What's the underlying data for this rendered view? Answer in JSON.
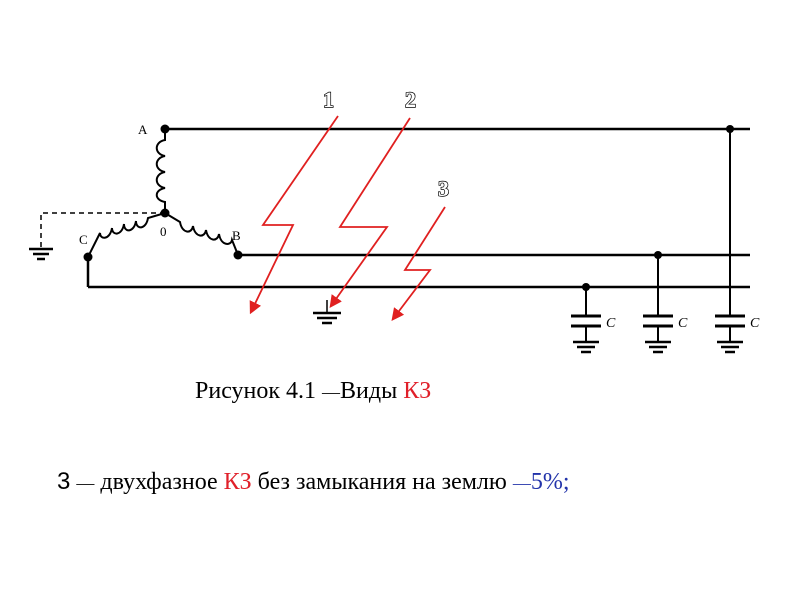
{
  "diagram": {
    "nodes": {
      "a": "А",
      "b": "В",
      "c": "С",
      "zero": "0"
    },
    "capacitor_label": "С",
    "faults": [
      "1",
      "2",
      "3"
    ],
    "colors": {
      "fault_arrow": "#e02020",
      "wire": "#000000"
    }
  },
  "caption": {
    "prefix": "Рисунок 4.1",
    "dash": "—",
    "text": "Виды ",
    "highlight": "КЗ"
  },
  "description": {
    "number": "3",
    "dash1": "—",
    "text1": " двухфазное ",
    "highlight": "КЗ",
    "text2": " без замыкания на землю",
    "dash2": "—",
    "percent": "5%;"
  }
}
